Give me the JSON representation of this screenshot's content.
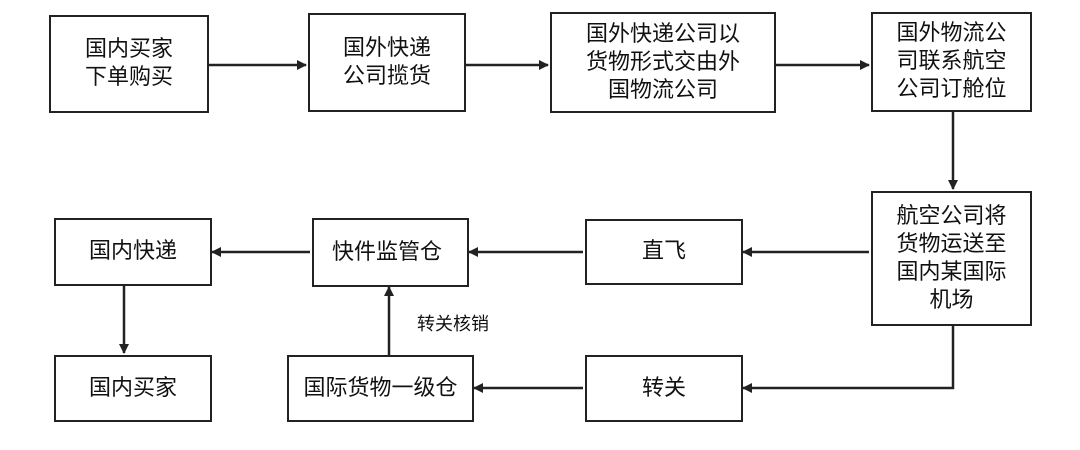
{
  "nodes": {
    "buyer_order": "国内买家\n下单购买",
    "express_pickup": "国外快递\n公司揽货",
    "handover": "国外快递公司以\n货物形式交由外\n国物流公司",
    "book_space": "国外物流公\n司联系航空\n公司订舱位",
    "air_transport": "航空公司将\n货物运送至\n国内某国际\n机场",
    "direct_flight": "直飞",
    "transfer": "转关",
    "express_warehouse": "快件监管仓",
    "first_level_warehouse": "国际货物一级仓",
    "domestic_express": "国内快递",
    "domestic_buyer": "国内买家"
  },
  "edge_labels": {
    "customs_writeoff": "转关核销"
  },
  "colors": {
    "stroke": "#222222",
    "background": "#ffffff"
  }
}
